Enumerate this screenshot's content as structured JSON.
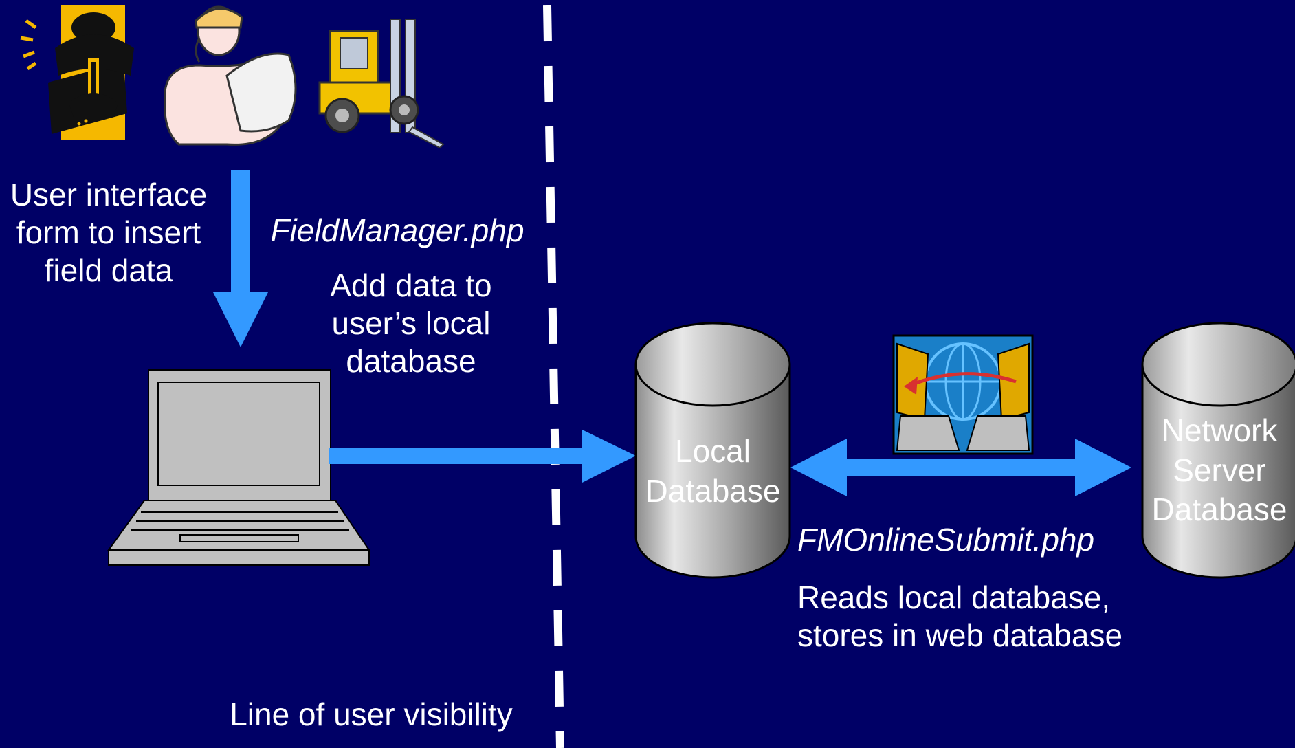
{
  "user_section": {
    "caption_lines": [
      "User interface",
      "form to insert",
      "field data"
    ],
    "script_name": "FieldManager.php",
    "action_lines": [
      "Add data to",
      "user’s local",
      "database"
    ]
  },
  "local_db": {
    "lines": [
      "Local",
      "Database"
    ]
  },
  "network_db": {
    "lines": [
      "Network",
      "Server",
      "Database"
    ]
  },
  "sync_section": {
    "script_name": "FMOnlineSubmit.php",
    "action_lines": [
      "Reads local database,",
      "stores in web database"
    ]
  },
  "visibility_line_label": "Line of user visibility",
  "colors": {
    "background": "#000066",
    "arrow": "#3399ff",
    "text": "#ffffff",
    "divider": "#ffffff",
    "database_fill": "#a6a6a6",
    "laptop_fill": "#c0c0c0"
  },
  "icons": [
    "construction-worker-icon",
    "engineer-with-blueprints-icon",
    "forklift-icon",
    "laptop-icon",
    "network-transfer-icon",
    "local-database-cylinder-icon",
    "server-database-cylinder-icon"
  ]
}
